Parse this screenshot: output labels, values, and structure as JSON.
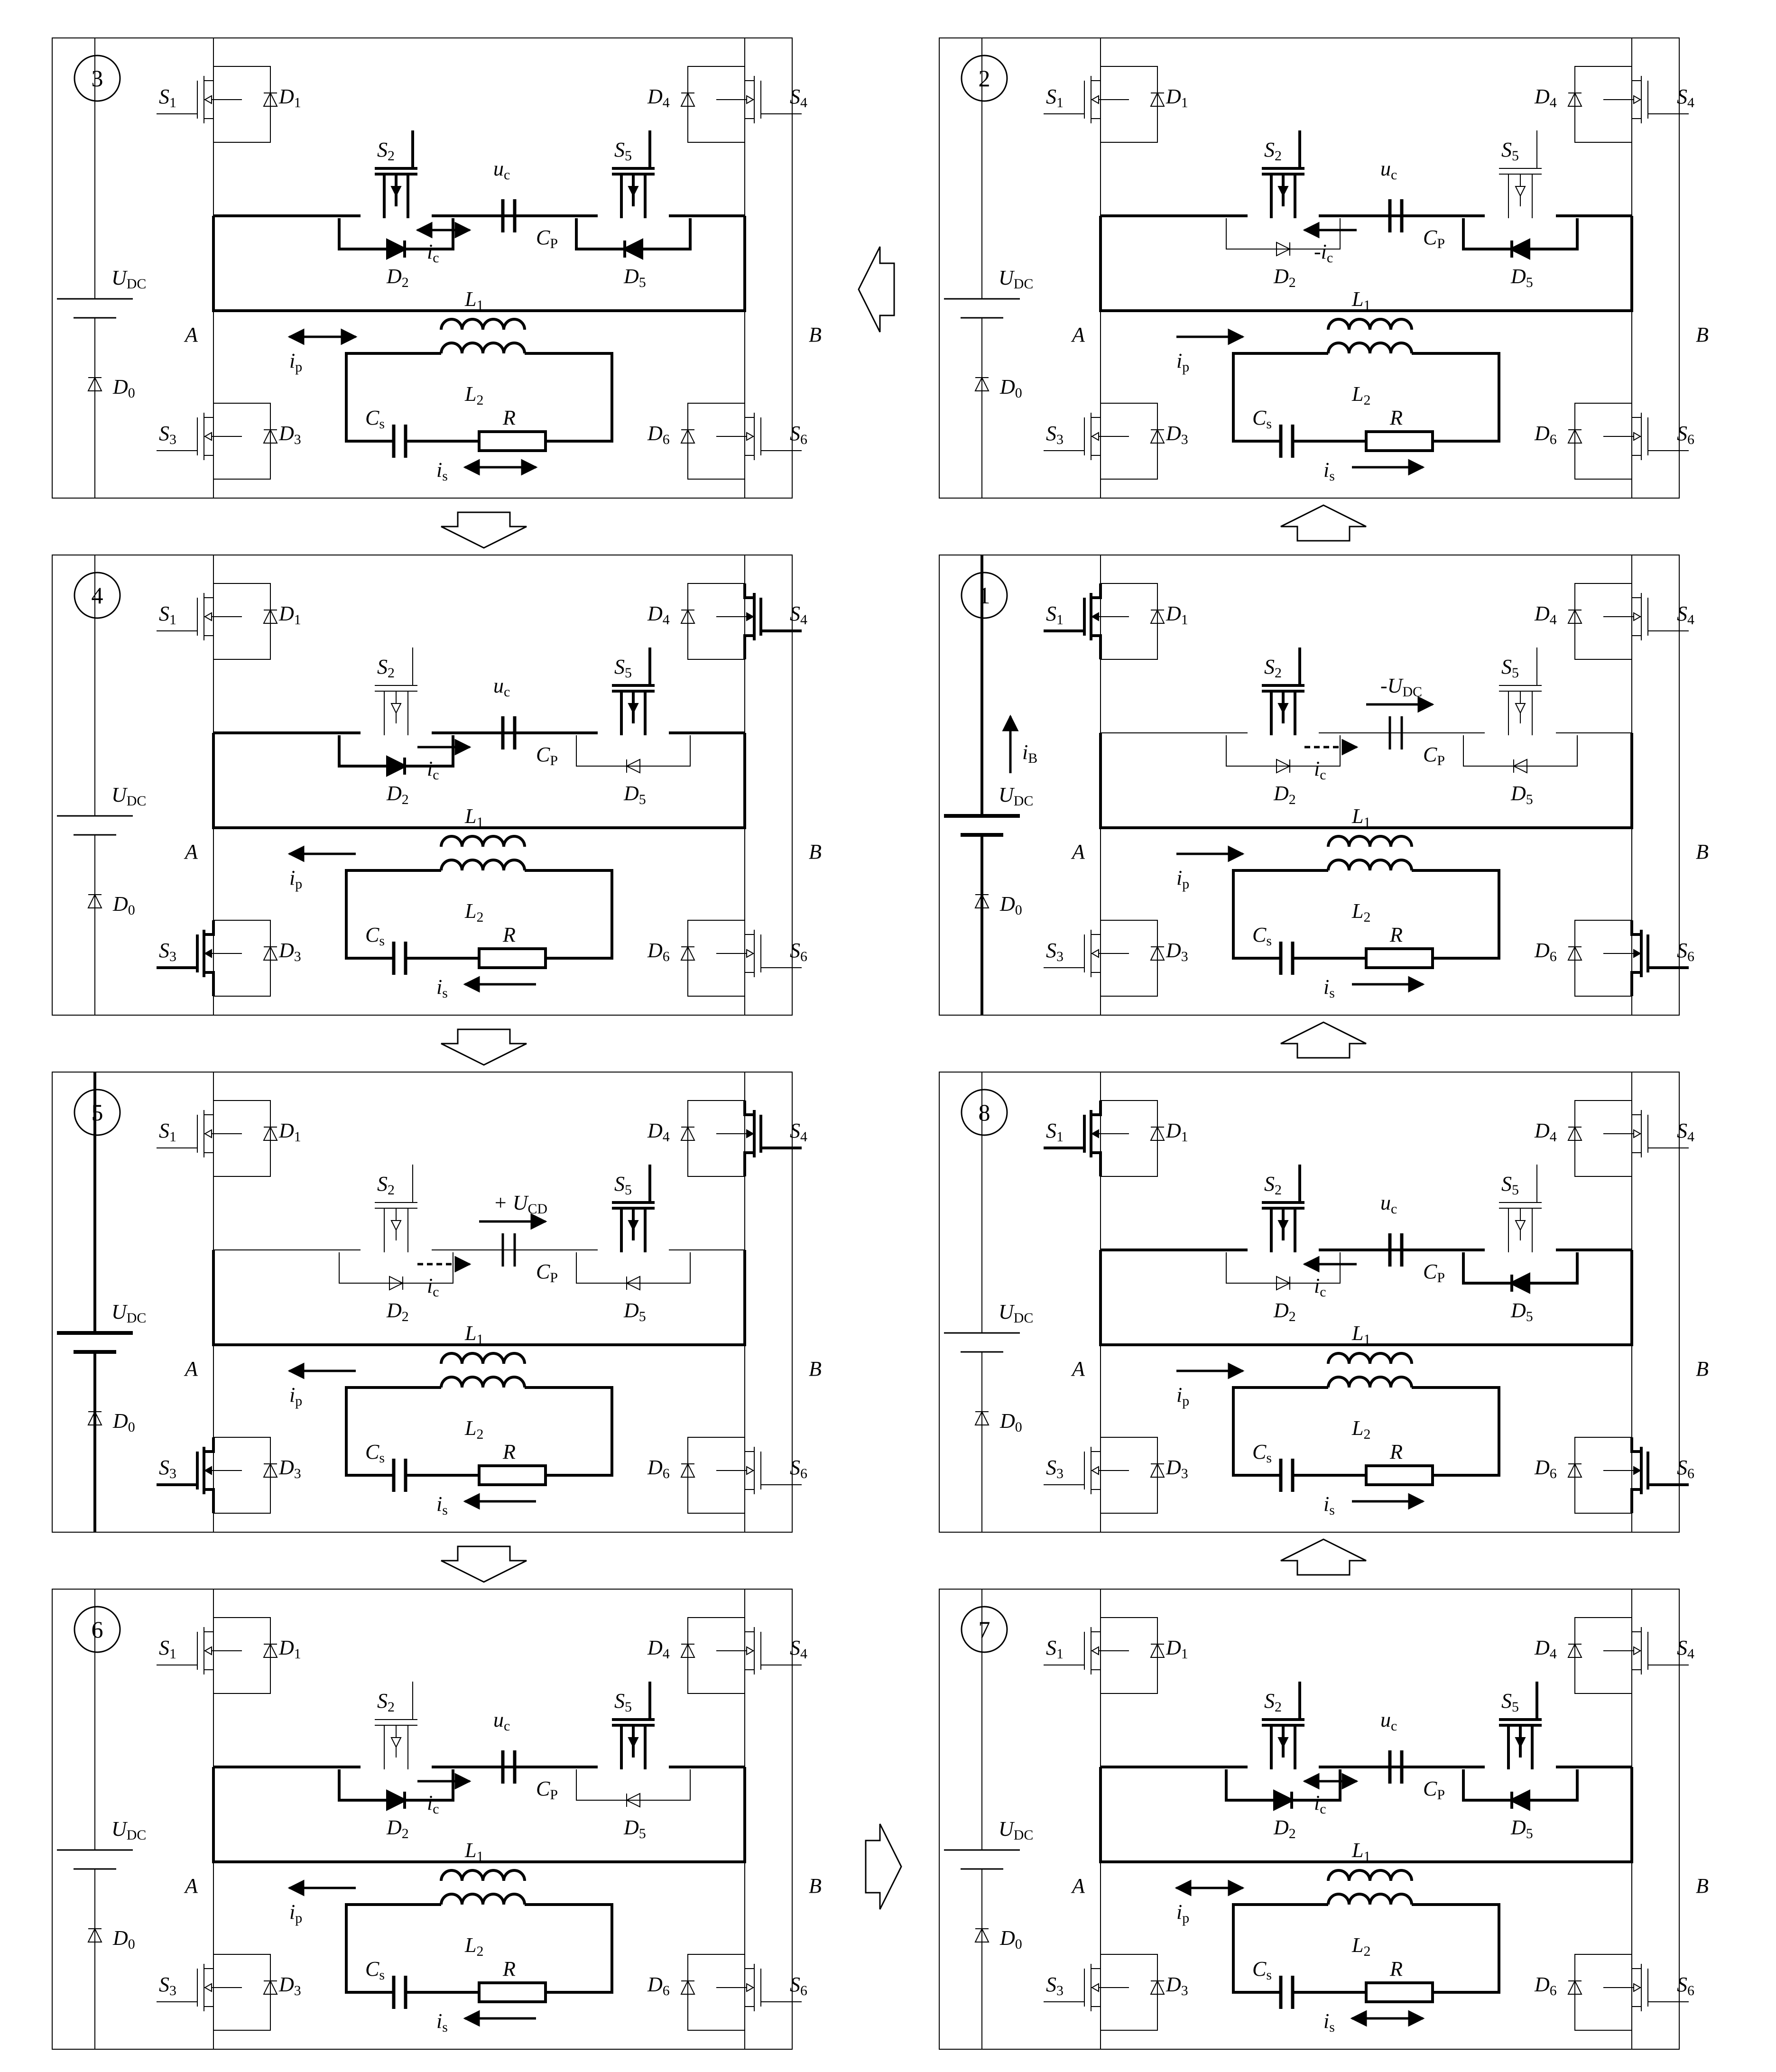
{
  "colors": {
    "ink": "#000000",
    "thin_ink": "#333333",
    "background": "#ffffff"
  },
  "panels": [
    {
      "id": 3,
      "label": "3",
      "uc_label": "u",
      "uc_sub": "c",
      "ic_label": "i",
      "ic_sub": "c",
      "ip_label": "i",
      "ip_sub": "p",
      "is_label": "i",
      "is_sub": "s",
      "udc": "U",
      "udc_sub": "DC",
      "node_a": "A",
      "node_b": "B"
    },
    {
      "id": 2,
      "label": "2",
      "uc_label": "u",
      "uc_sub": "c",
      "ic_label": "-i",
      "ic_sub": "c",
      "ip_label": "i",
      "ip_sub": "p",
      "is_label": "i",
      "is_sub": "s",
      "udc": "U",
      "udc_sub": "DC",
      "node_a": "A",
      "node_b": "B"
    },
    {
      "id": 4,
      "label": "4",
      "uc_label": "u",
      "uc_sub": "c",
      "ic_label": "i",
      "ic_sub": "c",
      "ip_label": "i",
      "ip_sub": "p",
      "is_label": "i",
      "is_sub": "s",
      "udc": "U",
      "udc_sub": "DC",
      "node_a": "A",
      "node_b": "B"
    },
    {
      "id": 1,
      "label": "1",
      "uc_label": "-U",
      "uc_sub": "DC",
      "ic_label": "i",
      "ic_sub": "c",
      "ip_label": "i",
      "ip_sub": "p",
      "is_label": "i",
      "is_sub": "s",
      "udc": "U",
      "udc_sub": "DC",
      "node_a": "A",
      "node_b": "B",
      "ib_label": "i",
      "ib_sub": "B"
    },
    {
      "id": 5,
      "label": "5",
      "uc_label": "+ U",
      "uc_sub": "CD",
      "ic_label": "i",
      "ic_sub": "c",
      "ip_label": "i",
      "ip_sub": "p",
      "is_label": "i",
      "is_sub": "s",
      "udc": "U",
      "udc_sub": "DC",
      "node_a": "A",
      "node_b": "B"
    },
    {
      "id": 8,
      "label": "8",
      "uc_label": "u",
      "uc_sub": "c",
      "ic_label": "i",
      "ic_sub": "c",
      "ip_label": "i",
      "ip_sub": "p",
      "is_label": "i",
      "is_sub": "s",
      "udc": "U",
      "udc_sub": "DC",
      "node_a": "A",
      "node_b": "B"
    },
    {
      "id": 6,
      "label": "6",
      "uc_label": "u",
      "uc_sub": "c",
      "ic_label": "i",
      "ic_sub": "c",
      "ip_label": "i",
      "ip_sub": "p",
      "is_label": "i",
      "is_sub": "s",
      "udc": "U",
      "udc_sub": "DC",
      "node_a": "A",
      "node_b": "B"
    },
    {
      "id": 7,
      "label": "7",
      "uc_label": "u",
      "uc_sub": "c",
      "ic_label": "i",
      "ic_sub": "c",
      "ip_label": "i",
      "ip_sub": "p",
      "is_label": "i",
      "is_sub": "s",
      "udc": "U",
      "udc_sub": "DC",
      "node_a": "A",
      "node_b": "B"
    }
  ],
  "component_labels": {
    "S1": "S",
    "S1_sub": "1",
    "S2": "S",
    "S2_sub": "2",
    "S3": "S",
    "S3_sub": "3",
    "S4": "S",
    "S4_sub": "4",
    "S5": "S",
    "S5_sub": "5",
    "S6": "S",
    "S6_sub": "6",
    "D0": "D",
    "D0_sub": "0",
    "D1": "D",
    "D1_sub": "1",
    "D2": "D",
    "D2_sub": "2",
    "D3": "D",
    "D3_sub": "3",
    "D4": "D",
    "D4_sub": "4",
    "D5": "D",
    "D5_sub": "5",
    "D6": "D",
    "D6_sub": "6",
    "CP": "C",
    "CP_sub": "P",
    "Cs": "C",
    "Cs_sub": "s",
    "L1": "L",
    "L1_sub": "1",
    "L2": "L",
    "L2_sub": "2",
    "R": "R"
  }
}
